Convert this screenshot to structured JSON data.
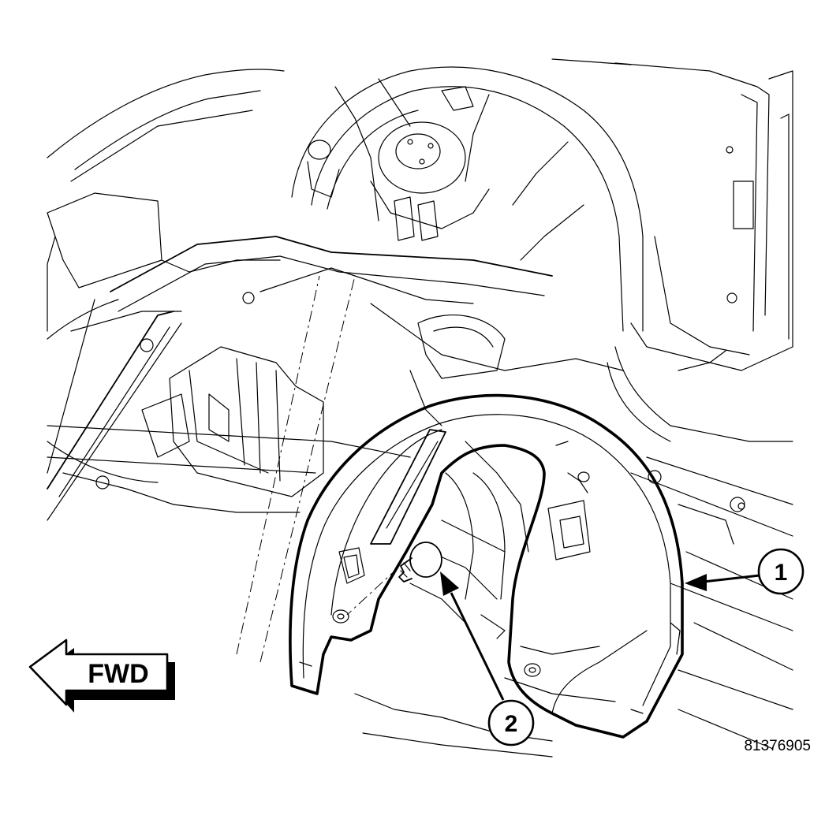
{
  "callouts": [
    {
      "id": "1",
      "label": "1"
    },
    {
      "id": "2",
      "label": "2"
    }
  ],
  "direction_arrow": {
    "label": "FWD"
  },
  "figure_number": "81376905"
}
